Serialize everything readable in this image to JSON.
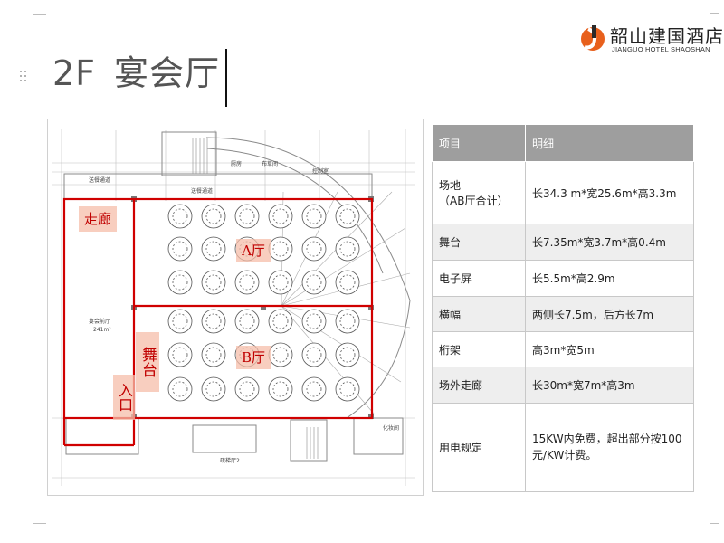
{
  "slide": {
    "title_floor": "2F",
    "title_name": "宴会厅"
  },
  "logo": {
    "name_cn": "韶山建国酒店",
    "name_en": "JIANGUO HOTEL SHAOSHAN",
    "brand_color": "#e8601c"
  },
  "floor_plan": {
    "labels": {
      "corridor": "走廊",
      "hall_a": "A厅",
      "stage": "舞台",
      "hall_b": "B厅",
      "entrance": "入口"
    },
    "small_labels": {
      "foyer": "宴会前厅",
      "foyer_area": "241m²",
      "service_passage": "送餐通道",
      "kitchen": "厨房",
      "pantry": "布草间",
      "control_room": "控制室",
      "makeup": "化妆间",
      "stairs2": "疏梯厅2"
    },
    "highlight_color": "#d00000"
  },
  "spec_table": {
    "headers": [
      "项目",
      "明细"
    ],
    "rows": [
      {
        "item": "场地",
        "item_sub": "（AB厅合计）",
        "detail": "长34.3 m*宽25.6m*高3.3m"
      },
      {
        "item": "舞台",
        "item_sub": "",
        "detail": "长7.35m*宽3.7m*高0.4m"
      },
      {
        "item": "电子屏",
        "item_sub": "",
        "detail": "长5.5m*高2.9m"
      },
      {
        "item": "横幅",
        "item_sub": "",
        "detail": "两侧长7.5m，后方长7m"
      },
      {
        "item": "桁架",
        "item_sub": "",
        "detail": "高3m*宽5m"
      },
      {
        "item": "场外走廊",
        "item_sub": "",
        "detail": "长30m*宽7m*高3m"
      },
      {
        "item": "用电规定",
        "item_sub": "",
        "detail": "15KW内免费，超出部分按100元/KW计费。"
      }
    ]
  }
}
